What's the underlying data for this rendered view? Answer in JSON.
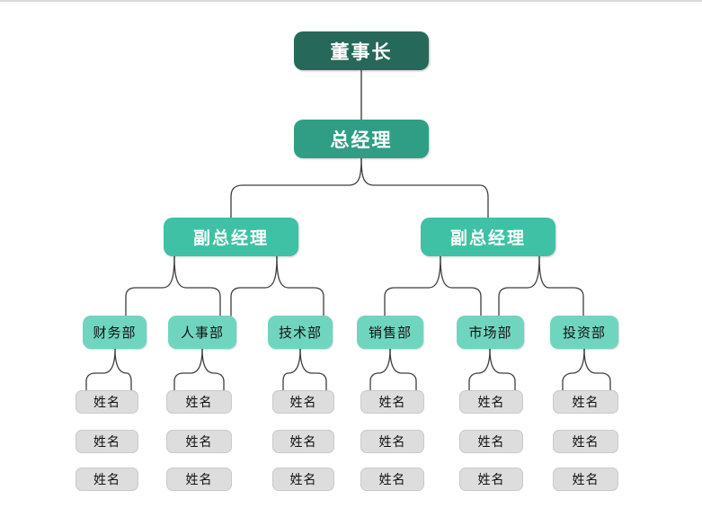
{
  "chart": {
    "title": "organization-chart",
    "chairman": {
      "label": "董事长"
    },
    "general_manager": {
      "label": "总经理"
    },
    "deputies": [
      {
        "label": "副总经理"
      },
      {
        "label": "副总经理"
      }
    ],
    "departments": [
      {
        "label": "财务部",
        "members": [
          "姓名",
          "姓名",
          "姓名"
        ]
      },
      {
        "label": "人事部",
        "members": [
          "姓名",
          "姓名",
          "姓名"
        ]
      },
      {
        "label": "技术部",
        "members": [
          "姓名",
          "姓名",
          "姓名"
        ]
      },
      {
        "label": "销售部",
        "members": [
          "姓名",
          "姓名",
          "姓名"
        ]
      },
      {
        "label": "市场部",
        "members": [
          "姓名",
          "姓名",
          "姓名"
        ]
      },
      {
        "label": "投资部",
        "members": [
          "姓名",
          "姓名",
          "姓名"
        ]
      }
    ],
    "colors": {
      "chairman_fill": "#26685a",
      "general_manager_fill": "#2f9e85",
      "deputy_fill": "#3ec1a4",
      "department_fill": "#70d5bf",
      "member_fill": "#dddddd",
      "connector_stroke": "#3d3d3d",
      "text_light": "#ffffff",
      "text_dark": "#111111"
    }
  }
}
